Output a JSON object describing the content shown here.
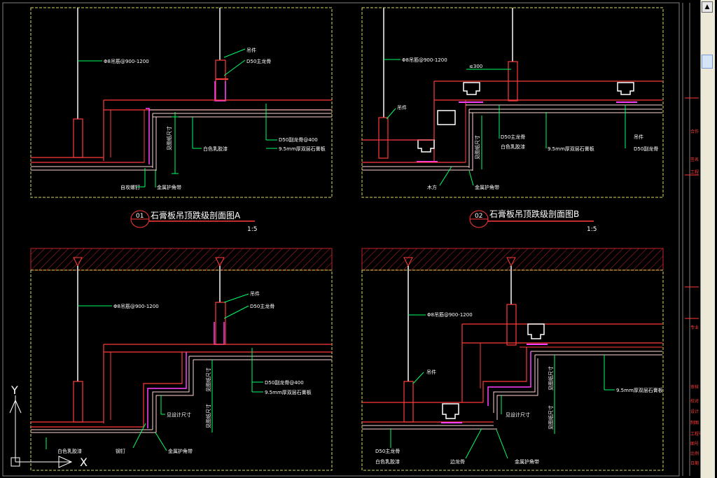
{
  "colors": {
    "background": "#000000",
    "frame": "#d8d85a",
    "steel": "#ff3b3b",
    "gypsum": "#ffd4d4",
    "clip": "#ff40ff",
    "leader": "#00ff66",
    "text": "#ffffff"
  },
  "panels": [
    {
      "number": "01",
      "title": "石膏板吊顶跌级剖面图A",
      "scale": "1:5",
      "labels": {
        "rod": "Φ8吊筋@900-1200",
        "hanger": "吊件",
        "main": "D50主龙骨",
        "secondary": "D50副龙骨@400",
        "board": "9.5mm厚双层石膏板",
        "latex": "白色乳胶漆",
        "height": "见图纸尺寸",
        "screw": "自攻螺钉",
        "corner": "金属护角带"
      }
    },
    {
      "number": "02",
      "title": "石膏板吊顶跌级剖面图B",
      "scale": "1:5",
      "labels": {
        "rod": "Φ8吊筋@900-1200",
        "dim": "≤300",
        "hanger": "吊件",
        "main": "D50主龙骨",
        "latex": "白色乳胶漆",
        "board": "9.5mm厚双层石膏板",
        "hanger2": "吊件",
        "secondary": "D50副龙骨",
        "height": "见图纸尺寸",
        "wood": "木方",
        "corner": "金属护角带"
      }
    },
    {
      "labels": {
        "rod": "Φ8吊筋@900-1200",
        "hanger": "吊件",
        "main": "D50主龙骨",
        "secondary": "D50副龙骨@400",
        "board": "9.5mm厚双层石膏板",
        "height1": "见图纸尺寸",
        "height2": "见图纸尺寸",
        "step": "见设计尺寸",
        "nail": "钢钉",
        "corner": "金属护角带",
        "latex": "白色乳胶漆"
      }
    },
    {
      "labels": {
        "rod": "Φ8吊筋@900-1200",
        "hanger": "吊件",
        "board": "9.5mm厚双层石膏板",
        "height1": "见图纸尺寸",
        "height2": "见图纸尺寸",
        "step": "见设计尺寸",
        "main": "D50主龙骨",
        "latex": "白色乳胶漆",
        "edge": "边龙骨",
        "corner": "金属护角带"
      }
    }
  ],
  "ucs": {
    "y": "Y",
    "x": "X"
  },
  "right_strip": [
    "合作",
    "签名",
    "工程",
    "专业",
    "审核",
    "校对",
    "设计",
    "制图",
    "工程号",
    "图号",
    "比例",
    "日期"
  ]
}
